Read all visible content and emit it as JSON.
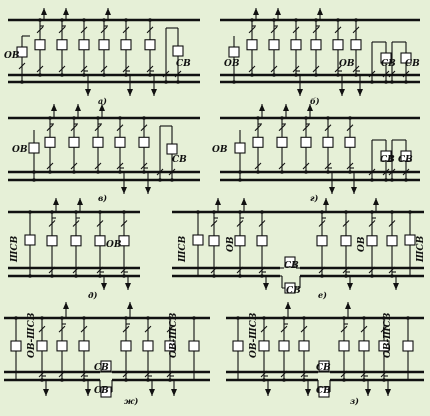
{
  "labels": {
    "ov": "ОВ",
    "sv": "СВ",
    "shsv": "ШСВ",
    "ov_shsv": "ОВ-ШСВ"
  },
  "captions": [
    "а)",
    "б)",
    "в)",
    "г)",
    "д)",
    "е)",
    "ж)",
    "з)"
  ]
}
